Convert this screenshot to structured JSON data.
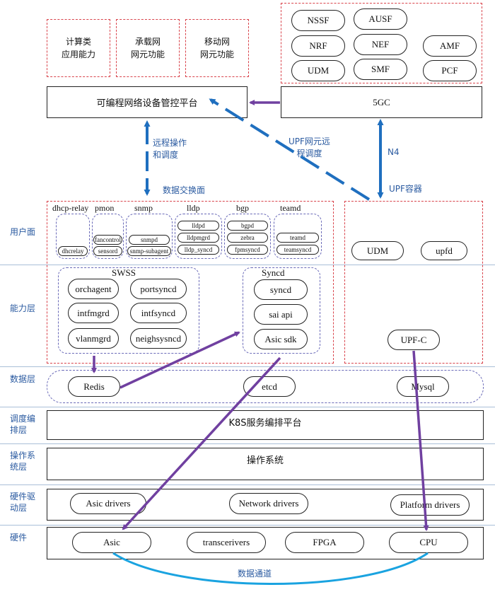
{
  "top_boxes": [
    {
      "line1": "计算类",
      "line2": "应用能力"
    },
    {
      "line1": "承载网",
      "line2": "网元功能"
    },
    {
      "line1": "移动网",
      "line2": "网元功能"
    }
  ],
  "core_nfs": [
    "NSSF",
    "AUSF",
    "NRF",
    "NEF",
    "AMF",
    "UDM",
    "SMF",
    "PCF"
  ],
  "platform_title": "可编程网络设备管控平台",
  "fivegc_title": "5GC",
  "arrow_labels": {
    "remote_ops_1": "远程操作",
    "remote_ops_2": "和调度",
    "data_exchange": "数据交换面",
    "upf_remote_1": "UPF网元远",
    "upf_remote_2": "程调度",
    "n4": "N4",
    "upf_container": "UPF容器",
    "data_channel": "数据通道"
  },
  "layers": {
    "user": "用户面",
    "capability": "能力层",
    "data": "数据层",
    "sched_1": "调度编",
    "sched_2": "排层",
    "os_1": "操作系",
    "os_2": "统层",
    "hw_driver_1": "硬件驱",
    "hw_driver_2": "动层",
    "hw": "硬件"
  },
  "containers": [
    {
      "name": "dhcp-relay",
      "items": [
        "dhcrelay"
      ]
    },
    {
      "name": "pmon",
      "items": [
        "fancontrol",
        "sensord"
      ]
    },
    {
      "name": "snmp",
      "items": [
        "snmpd",
        "snmp-subagent"
      ]
    },
    {
      "name": "lldp",
      "items": [
        "lldpd",
        "lldpmgrd",
        "lldp_syncd"
      ]
    },
    {
      "name": "bgp",
      "items": [
        "bgpd",
        "zebra",
        "fpmsyncd"
      ]
    },
    {
      "name": "teamd",
      "items": [
        "teamd",
        "teamsyncd"
      ]
    }
  ],
  "upf_user": [
    "UDM",
    "upfd"
  ],
  "swss": {
    "title": "SWSS",
    "items": [
      "orchagent",
      "portsyncd",
      "intfmgrd",
      "intfsyncd",
      "vlanmgrd",
      "neighsysncd"
    ]
  },
  "syncd": {
    "title": "Syncd",
    "items": [
      "syncd",
      "sai api",
      "Asic sdk"
    ]
  },
  "upf_c": "UPF-C",
  "data_layer": [
    "Redis",
    "etcd",
    "Mysql"
  ],
  "k8s": "K8S服务编排平台",
  "os": "操作系统",
  "drivers": [
    "Asic drivers",
    "Network drivers",
    "Platform drivers"
  ],
  "hardware": [
    "Asic",
    "transcerivers",
    "FPGA",
    "CPU"
  ],
  "colors": {
    "red_dash": "#d9434b",
    "purple": "#7040a0",
    "blue": "#1f6fbf",
    "layer_text": "#2a5aa0"
  }
}
